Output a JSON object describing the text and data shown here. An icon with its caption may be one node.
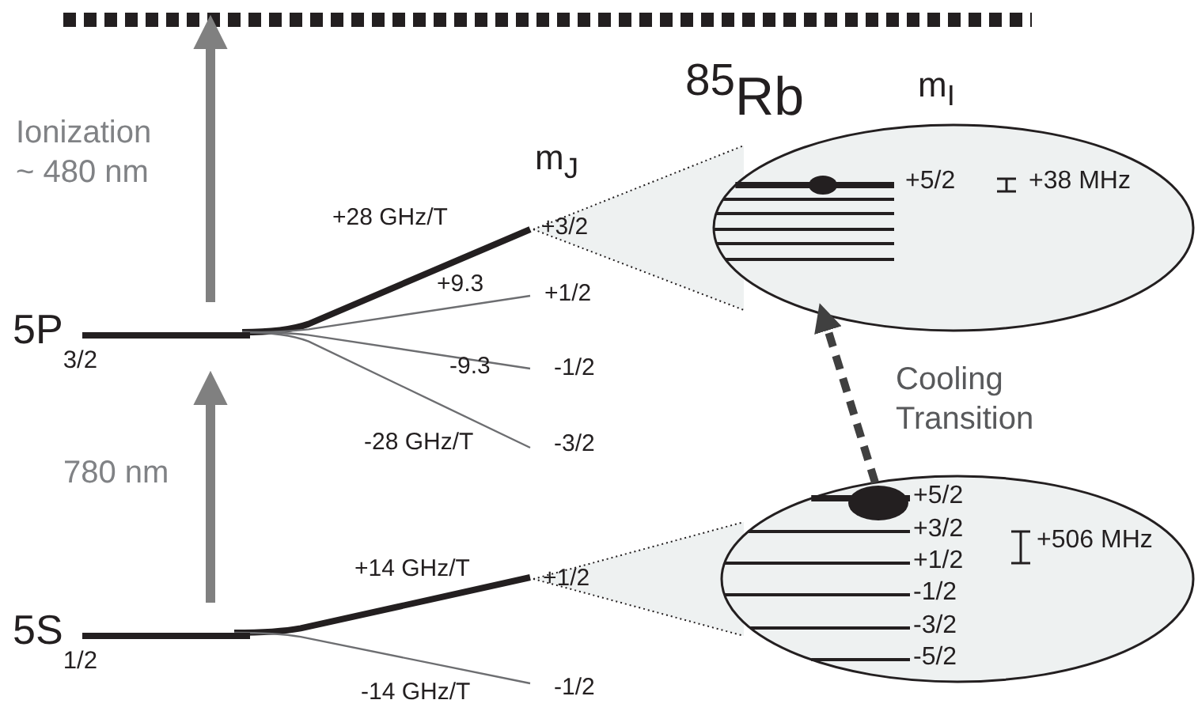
{
  "diagram": {
    "title": "$^{85}$Rb",
    "nodes": [
      {
        "text": [
          "5P$_{3/2}$"
        ]
      },
      {
        "text": [
          "5S$_{1/2}$"
        ]
      },
      {
        "text": [],
        "shape": "bar"
      },
      {
        "text": [
          "+5/2",
          "+38 MHz"
        ]
      },
      {
        "text": [
          "+5/2",
          "+3/2",
          "+1/2",
          "-1/2",
          "-3/2",
          "-5/2",
          "+506 MHz"
        ]
      }
    ],
    "edges": [
      {
        "from": 1,
        "to": 0,
        "arrow": "to",
        "label": "780 nm"
      },
      {
        "from": 0,
        "to": 2,
        "arrow": "to",
        "label": "Ionization ~ 480 nm"
      },
      {
        "from": 4,
        "to": 3,
        "arrow": "to",
        "label": "Cooling Transition",
        "style": "dashed",
        "color": "#404040"
      }
    ],
    "labels": [
      "m$_{I}$",
      "m$_{J}$",
      "+28 GHz/T",
      "+3/2",
      "+9.3",
      "+1/2",
      "-9.3",
      "-1/2",
      "-28 GHz/T",
      "-3/2",
      "+14 GHz/T",
      "+1/2",
      "-14 GHz/T",
      "-1/2"
    ]
  }
}
